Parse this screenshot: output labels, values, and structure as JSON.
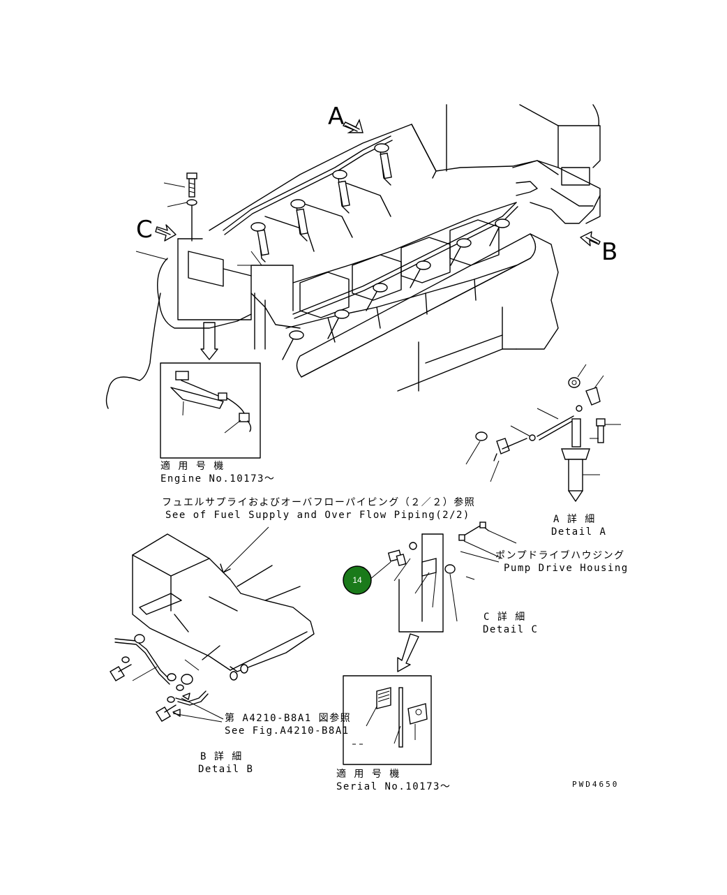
{
  "view_labels": {
    "a": "A",
    "b": "B",
    "c": "C"
  },
  "inset_engine": {
    "line1": "適 用 号 機",
    "line2": "Engine No.10173〜"
  },
  "ref_fuel": {
    "jp": "フュエルサプライおよびオーバフローパイピング（２／２）参照",
    "en": "See of Fuel Supply and Over Flow Piping(2/2)"
  },
  "detail_a": {
    "jp": "A 詳 細",
    "en": "Detail A"
  },
  "pump_housing": {
    "jp": "ポンプドライブハウジング",
    "en": "Pump Drive Housing"
  },
  "detail_c": {
    "jp": "C 詳 細",
    "en": "Detail C"
  },
  "fig_ref": {
    "jp": "第 A4210-B8A1 図参照",
    "en": "See Fig.A4210-B8A1"
  },
  "detail_b": {
    "jp": "B 詳 細",
    "en": "Detail B"
  },
  "inset_serial": {
    "line1": "適 用 号 機",
    "line2": "Serial No.10173〜"
  },
  "drawing_code": "PWD4650",
  "callout": {
    "number": "14",
    "color": "#1a7a1a"
  }
}
